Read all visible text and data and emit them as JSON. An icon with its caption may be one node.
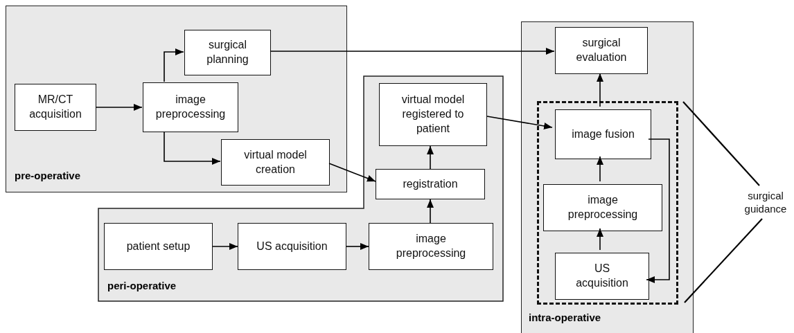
{
  "diagram": {
    "nodes": [
      {
        "text": [
          "pre-operative"
        ]
      },
      {
        "text": [
          "MR/CT acquisition"
        ],
        "in": 0
      },
      {
        "text": [
          "image preprocessing"
        ],
        "in": 0
      },
      {
        "text": [
          "surgical planning"
        ],
        "in": 0
      },
      {
        "text": [
          "virtual model creation"
        ],
        "in": 0
      },
      {
        "text": [
          "peri-operative"
        ]
      },
      {
        "text": [
          "virtual model registered to patient"
        ],
        "in": 5
      },
      {
        "text": [
          "registration"
        ],
        "in": 5
      },
      {
        "text": [
          "patient setup"
        ],
        "in": 5
      },
      {
        "text": [
          "US acquisition"
        ],
        "in": 5
      },
      {
        "text": [
          "image preprocessing"
        ],
        "in": 5
      },
      {
        "text": [
          "intra-operative"
        ]
      },
      {
        "text": [
          "surgical evaluation"
        ],
        "in": 11
      },
      {
        "text": [],
        "shape": "box",
        "in": 11
      },
      {
        "text": [
          "image fusion"
        ],
        "in": 13
      },
      {
        "text": [
          "image preprocessing"
        ],
        "in": 13
      },
      {
        "text": [
          "US acquisition"
        ],
        "in": 13
      },
      {
        "text": [
          "surgical guidance"
        ]
      }
    ],
    "edges": [
      {
        "from": 1,
        "to": 2,
        "arrow": "to"
      },
      {
        "from": 2,
        "to": 3,
        "arrow": "to"
      },
      {
        "from": 2,
        "to": 4,
        "arrow": "to"
      },
      {
        "from": 3,
        "to": 12,
        "arrow": "to"
      },
      {
        "from": 4,
        "to": 7,
        "arrow": "to"
      },
      {
        "from": 8,
        "to": 9,
        "arrow": "to"
      },
      {
        "from": 9,
        "to": 10,
        "arrow": "to"
      },
      {
        "from": 10,
        "to": 7,
        "arrow": "to"
      },
      {
        "from": 7,
        "to": 6,
        "arrow": "to"
      },
      {
        "from": 6,
        "to": 14,
        "arrow": "to"
      },
      {
        "from": 14,
        "to": 12,
        "arrow": "to"
      },
      {
        "from": 16,
        "to": 15,
        "arrow": "to"
      },
      {
        "from": 15,
        "to": 14,
        "arrow": "to"
      },
      {
        "from": 14,
        "to": 16,
        "arrow": "to"
      },
      {
        "from": 17,
        "to": 13,
        "arrow": "none"
      },
      {
        "from": 17,
        "to": 13,
        "arrow": "none"
      }
    ]
  }
}
